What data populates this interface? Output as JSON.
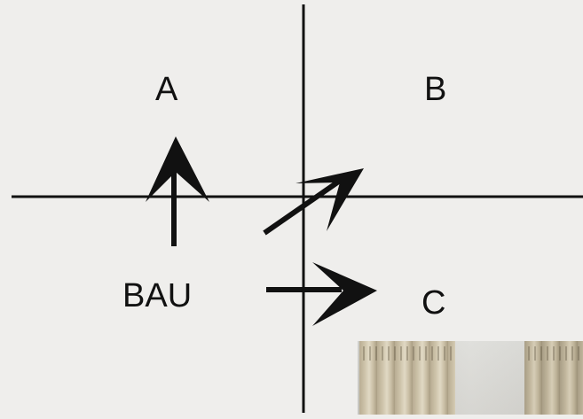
{
  "labels": {
    "a": "A",
    "b": "B",
    "c": "C",
    "bau": "BAU"
  },
  "colors": {
    "background": "#efeeec",
    "ink": "#111111"
  },
  "photo": {
    "subject": "curtains"
  }
}
